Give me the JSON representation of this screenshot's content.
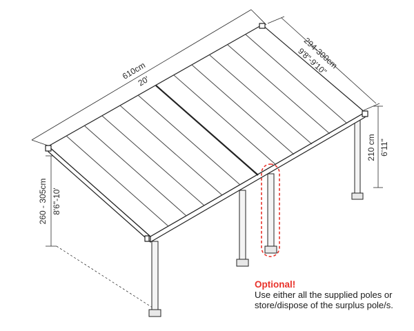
{
  "dimensions": {
    "length_metric": "610cm",
    "length_imperial": "20'",
    "width_metric": "294-300cm",
    "width_imperial": "9'8\"-9'10\"",
    "front_height_metric": "260 - 305cm",
    "front_height_imperial": "8'6\"-10'",
    "rear_height_metric": "210 cm",
    "rear_height_imperial": "6'11\""
  },
  "note": {
    "title": "Optional!",
    "line1": "Use either all the supplied poles or",
    "line2": "store/dispose of the surplus pole/s."
  },
  "colors": {
    "highlight": "#e8322a",
    "line": "#222222"
  }
}
